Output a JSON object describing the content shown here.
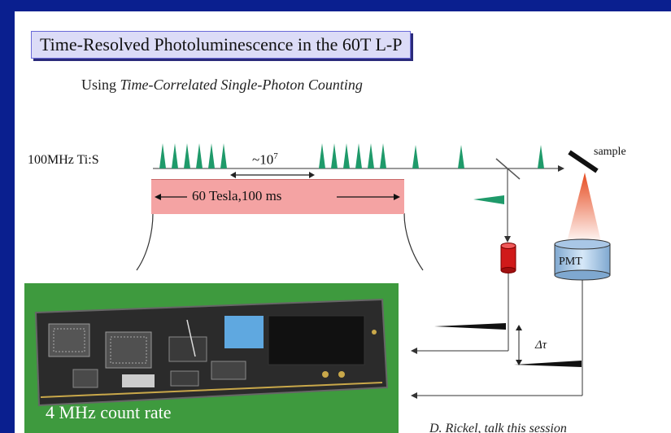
{
  "title": "Time-Resolved Photoluminescence in the 60T L-P",
  "subtitle": {
    "prefix": "Using ",
    "italic": "Time-Correlated Single-Photon Counting"
  },
  "laser_label": "100MHz Ti:S",
  "gap_label": {
    "base": "~10",
    "exponent": "7"
  },
  "field_label": "60 Tesla,100 ms",
  "sample_label": "sample",
  "detector_label": "PMT",
  "delay_label": "Δτ",
  "card_label": "4 MHz count rate",
  "credit": "D. Rickel, talk this session",
  "colors": {
    "background": "#0a1f8f",
    "title_box": "#dcdcf7",
    "pulse": "#1f9a6a",
    "field_bar": "#f4a3a3",
    "card": "#3e9a3e",
    "photodiode": "#d01a1a",
    "pmt": "#b8d6f0"
  }
}
